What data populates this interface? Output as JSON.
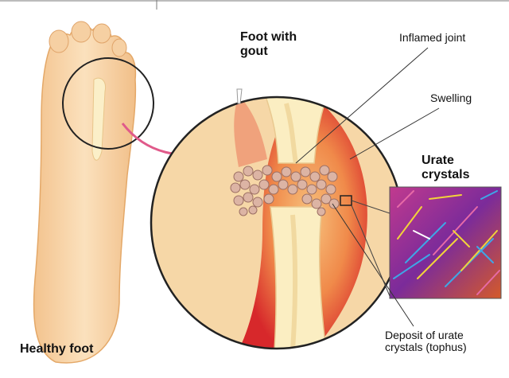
{
  "labels": {
    "foot_with_gout": [
      "Foot with",
      "gout"
    ],
    "inflamed_joint": "Inflamed joint",
    "swelling": "Swelling",
    "urate_crystals": [
      "Urate",
      "crystals"
    ],
    "deposit": [
      "Deposit of urate",
      "crystals (tophus)"
    ],
    "healthy_foot": "Healthy foot"
  },
  "colors": {
    "skin": "#f5d3a1",
    "inflammation": "#d92b2b",
    "bone": "#fbeec2",
    "arrow": "#cc1f2a",
    "crystal_bg": "#8a2a8c"
  }
}
